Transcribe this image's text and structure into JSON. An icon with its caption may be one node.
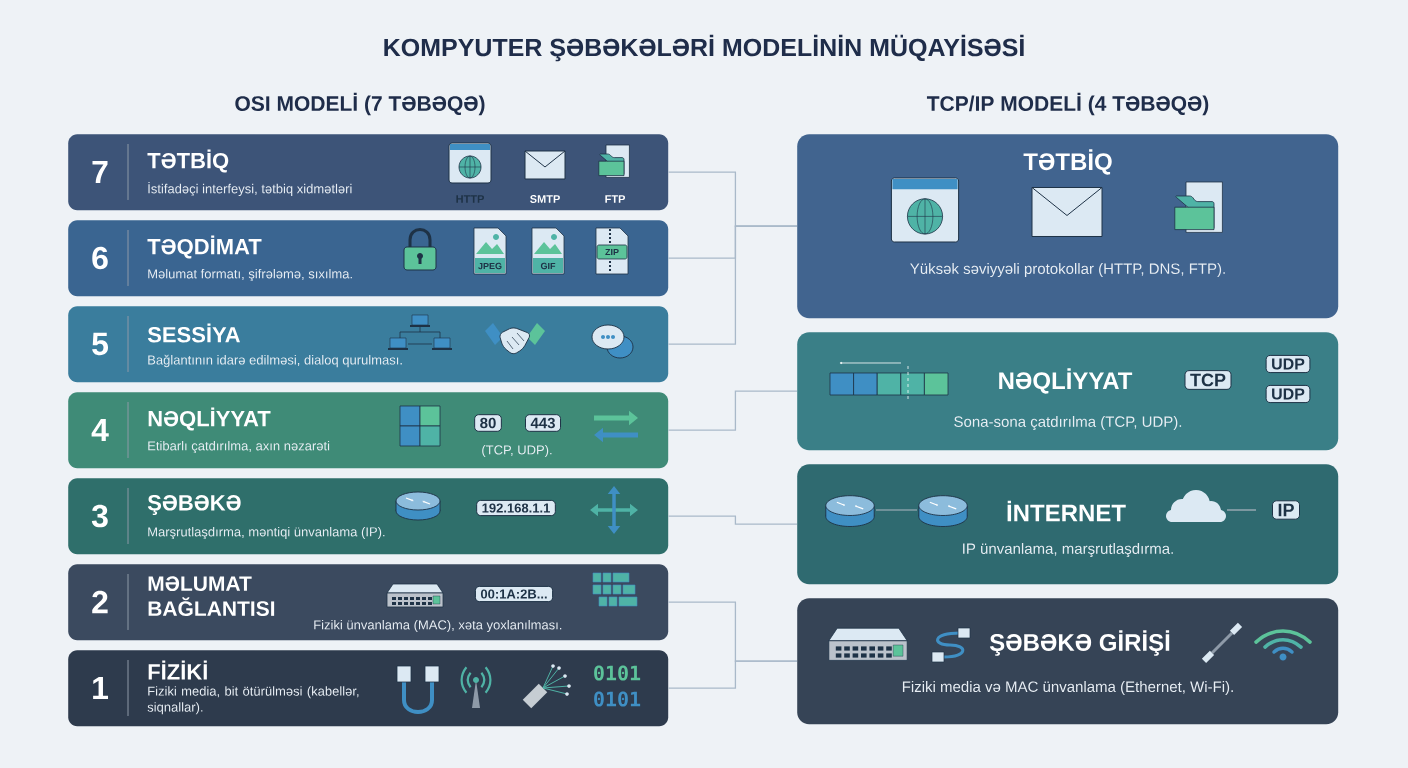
{
  "diagram": {
    "title": "KOMPYUTER ŞƏBƏKƏLƏRİ MODELİNİN MÜQAYİSƏSİ",
    "nodes": [
      {
        "text": [
          "7",
          "TƏTBİQ",
          "İstifadəçi interfeysi, tətbiq xidmətləri"
        ]
      },
      {
        "text": [
          "6",
          "TƏQDİMAT",
          "Məlumat formatı, şifrələmə, sıxılma."
        ]
      },
      {
        "text": [
          "5",
          "SESSİYA",
          "Bağlantının idarə edilməsi, dialoq qurulması."
        ]
      },
      {
        "text": [
          "4",
          "NƏQLİYYAT",
          "Etibarlı çatdırılma, axın nəzarəti"
        ]
      },
      {
        "text": [
          "3",
          "ŞƏBƏKƏ",
          "Marşrutlaşdırma, məntiqi ünvanlama (IP)."
        ]
      },
      {
        "text": [
          "2",
          "MƏLUMAT BAĞLANTISI",
          "Fiziki ünvanlama (MAC), xəta yoxlanılması."
        ]
      },
      {
        "text": [
          "1",
          "FİZİKİ",
          "Fiziki media, bit ötürülməsi (kabellər, siqnallar)."
        ]
      },
      {
        "text": [
          "TƏTBİQ",
          "Yüksək səviyyəli protokollar (HTTP, DNS, FTP)."
        ]
      },
      {
        "text": [
          "NƏQLİYYAT",
          "Sona-sona çatdırılma (TCP, UDP)."
        ]
      },
      {
        "text": [
          "İNTERNET",
          "IP ünvanlama, marşrutlaşdırma."
        ]
      },
      {
        "text": [
          "ŞƏBƏKƏ GİRİŞİ",
          "Fiziki media və MAC ünvanlama (Ethernet, Wi-Fi)."
        ]
      }
    ],
    "edges": [
      {
        "from": 0,
        "to": 7,
        "arrow": "none"
      },
      {
        "from": 1,
        "to": 7,
        "arrow": "none"
      },
      {
        "from": 2,
        "to": 7,
        "arrow": "none"
      },
      {
        "from": 3,
        "to": 8,
        "arrow": "none"
      },
      {
        "from": 4,
        "to": 9,
        "arrow": "none"
      },
      {
        "from": 5,
        "to": 10,
        "arrow": "none"
      },
      {
        "from": 6,
        "to": 10,
        "arrow": "none"
      }
    ],
    "labels": [
      "OSI MODELİ (7 TƏBƏQƏ)",
      "TCP/IP MODELİ (4 TƏBƏQƏ)",
      "HTTP",
      "SMTP",
      "FTP",
      "JPEG",
      "GIF",
      "ZIP",
      "80",
      "443",
      "(TCP, UDP).",
      "192.168.1.1",
      "00:1A:2B...",
      "0101",
      "0101",
      "TCP",
      "UDP",
      "UDP",
      "IP"
    ]
  }
}
